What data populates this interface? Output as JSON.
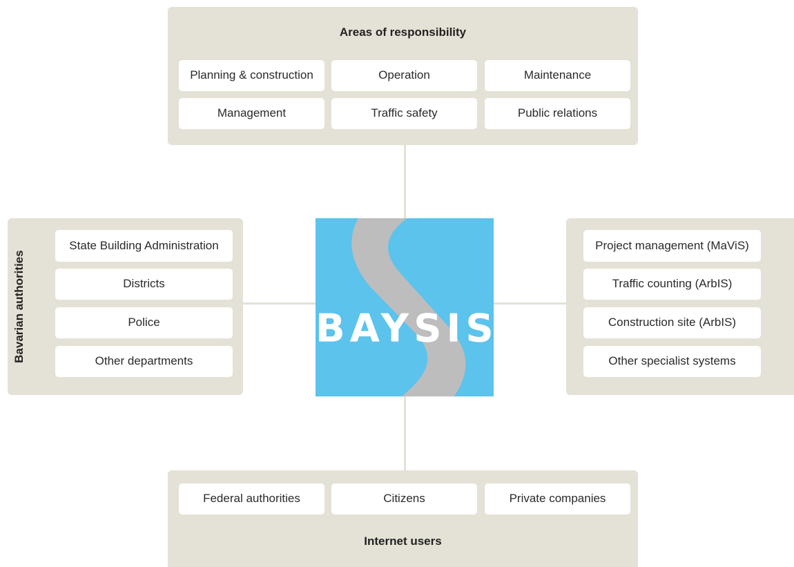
{
  "top_panel": {
    "title": "Areas of responsibility",
    "items": [
      "Planning & construction",
      "Operation",
      "Maintenance",
      "Management",
      "Traffic safety",
      "Public relations"
    ]
  },
  "left_panel": {
    "title": "Bavarian authorities",
    "items": [
      "State Building Administration",
      "Districts",
      "Police",
      "Other departments"
    ]
  },
  "right_panel": {
    "items": [
      "Project management (MaViS)",
      "Traffic counting (ArbIS)",
      "Construction site (ArbIS)",
      "Other specialist systems"
    ]
  },
  "bottom_panel": {
    "title": "Internet users",
    "items": [
      "Federal authorities",
      "Citizens",
      "Private companies"
    ]
  },
  "logo": {
    "text": "BAYSIS",
    "background_color": "#5bc3ec",
    "road_color": "#bdbdbd"
  },
  "colors": {
    "panel": "#e4e1d6",
    "card": "#ffffff"
  }
}
